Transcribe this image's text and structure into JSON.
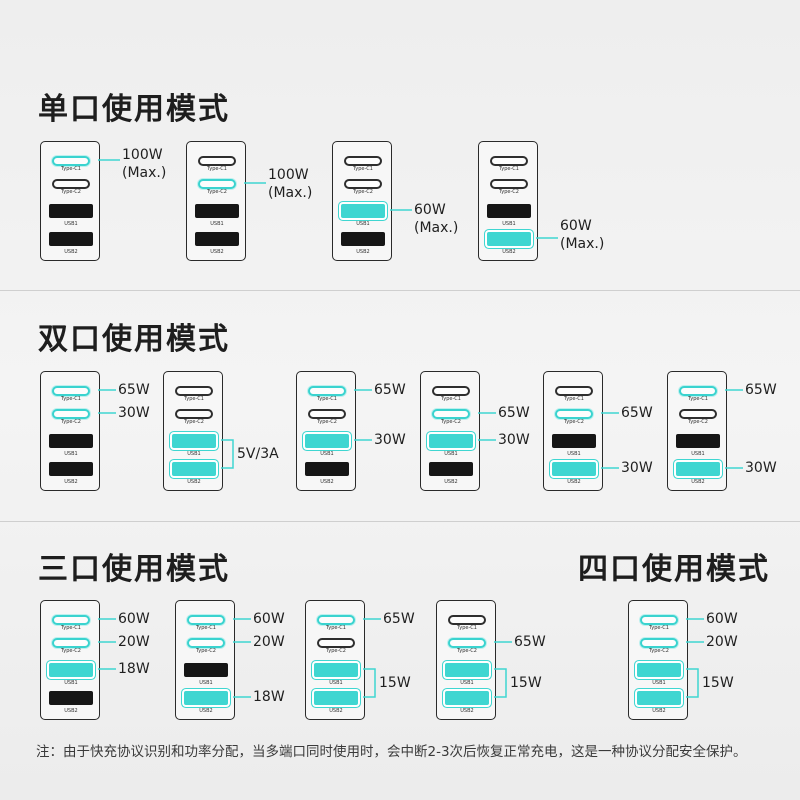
{
  "port_labels": {
    "typec1": "Type-C1",
    "typec2": "Type-C2",
    "usb1": "USB1",
    "usb2": "USB2"
  },
  "colors": {
    "highlight": "#3fd6d1",
    "port": "#161616",
    "line": "#3fd6d1"
  },
  "sections": [
    {
      "title": "单口使用模式",
      "diagrams": [
        {
          "highlight": [
            "typec1"
          ],
          "labels": [
            {
              "text": "100W",
              "port": "typec1"
            },
            {
              "text": "(Max.)",
              "port": "typec1"
            }
          ]
        },
        {
          "highlight": [
            "typec2"
          ],
          "labels": [
            {
              "text": "100W",
              "port": "typec2"
            },
            {
              "text": "(Max.)",
              "port": "typec2"
            }
          ]
        },
        {
          "highlight": [
            "usb1"
          ],
          "labels": [
            {
              "text": "60W",
              "port": "usb1"
            },
            {
              "text": "(Max.)",
              "port": "usb1"
            }
          ]
        },
        {
          "highlight": [
            "usb2"
          ],
          "labels": [
            {
              "text": "60W",
              "port": "usb2"
            },
            {
              "text": "(Max.)",
              "port": "usb2"
            }
          ]
        }
      ]
    },
    {
      "title": "双口使用模式",
      "diagrams": [
        {
          "highlight": [
            "typec1",
            "typec2"
          ],
          "labels": [
            {
              "text": "65W",
              "port": "typec1"
            },
            {
              "text": "30W",
              "port": "typec2"
            }
          ]
        },
        {
          "highlight": [
            "usb1",
            "usb2"
          ],
          "labels": [
            {
              "text": "5V/3A",
              "port": "usb1+usb2"
            }
          ]
        },
        {
          "highlight": [
            "typec1",
            "usb1"
          ],
          "labels": [
            {
              "text": "65W",
              "port": "typec1"
            },
            {
              "text": "30W",
              "port": "usb1"
            }
          ]
        },
        {
          "highlight": [
            "typec2",
            "usb1"
          ],
          "labels": [
            {
              "text": "65W",
              "port": "typec2"
            },
            {
              "text": "30W",
              "port": "usb1"
            }
          ]
        },
        {
          "highlight": [
            "typec2",
            "usb2"
          ],
          "labels": [
            {
              "text": "65W",
              "port": "typec2"
            },
            {
              "text": "30W",
              "port": "usb2"
            }
          ]
        },
        {
          "highlight": [
            "typec1",
            "usb2"
          ],
          "labels": [
            {
              "text": "65W",
              "port": "typec1"
            },
            {
              "text": "30W",
              "port": "usb2"
            }
          ]
        }
      ]
    },
    {
      "title": "三口使用模式",
      "diagrams": [
        {
          "highlight": [
            "typec1",
            "typec2",
            "usb1"
          ],
          "labels": [
            {
              "text": "60W",
              "port": "typec1"
            },
            {
              "text": "20W",
              "port": "typec2"
            },
            {
              "text": "18W",
              "port": "usb1"
            }
          ]
        },
        {
          "highlight": [
            "typec1",
            "typec2",
            "usb2"
          ],
          "labels": [
            {
              "text": "60W",
              "port": "typec1"
            },
            {
              "text": "20W",
              "port": "typec2"
            },
            {
              "text": "18W",
              "port": "usb2"
            }
          ]
        },
        {
          "highlight": [
            "typec1",
            "usb1",
            "usb2"
          ],
          "labels": [
            {
              "text": "65W",
              "port": "typec1"
            },
            {
              "text": "15W",
              "port": "usb1+usb2"
            }
          ]
        },
        {
          "highlight": [
            "typec2",
            "usb1",
            "usb2"
          ],
          "labels": [
            {
              "text": "65W",
              "port": "typec2"
            },
            {
              "text": "15W",
              "port": "usb1+usb2"
            }
          ]
        }
      ]
    },
    {
      "title": "四口使用模式",
      "diagrams": [
        {
          "highlight": [
            "typec1",
            "typec2",
            "usb1",
            "usb2"
          ],
          "labels": [
            {
              "text": "60W",
              "port": "typec1"
            },
            {
              "text": "20W",
              "port": "typec2"
            },
            {
              "text": "15W",
              "port": "usb1+usb2"
            }
          ]
        }
      ]
    }
  ],
  "footnote": "注：由于快充协议识别和功率分配，当多端口同时使用时，会中断2-3次后恢复正常充电，这是一种协议分配安全保护。"
}
